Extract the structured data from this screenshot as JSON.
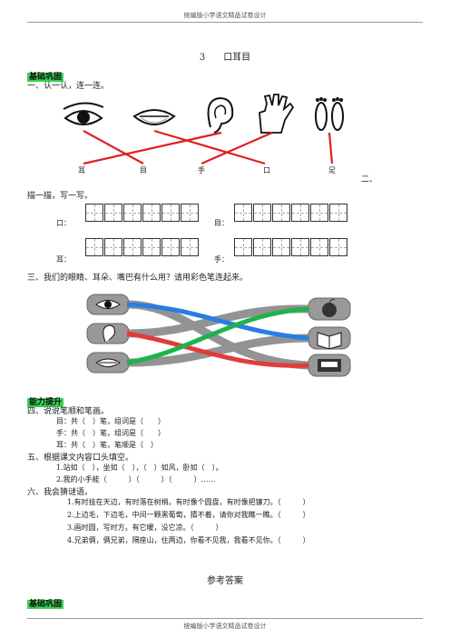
{
  "header": "统编版小学语文精品试卷设计",
  "footer": "统编版小学语文精品试卷设计",
  "title": {
    "num": "3",
    "text": "口耳目"
  },
  "section1": {
    "tag": "基础巩固"
  },
  "q1": {
    "label": "一、认一认，连一连。",
    "words": [
      "耳",
      "目",
      "手",
      "口",
      "足"
    ]
  },
  "q2": {
    "label_a": "二、",
    "label_b": "描一描，写一写。",
    "items": [
      "口：",
      "目：",
      "耳：",
      "手："
    ]
  },
  "q3": {
    "label": "三、我们的眼睛、耳朵、嘴巴有什么用？请用彩色笔连起来。"
  },
  "section2": {
    "tag": "能力提升"
  },
  "q4": {
    "label": "四、说说笔顺和笔画。",
    "lines": [
      "目：共（　）笔，组词是（　　）",
      "手：共（　）笔，组词是（　　）",
      "耳：共（　）笔，笔顺是（　）"
    ]
  },
  "q5": {
    "label": "五、根据课文内容口头填空。",
    "lines": [
      "1.站如（　），坐如（　），（　）如风，卧如（　）。",
      "2.我的小手能（　　　）（　　　）（　　　）……"
    ]
  },
  "q6": {
    "label": "六、我会猜谜语。",
    "lines": [
      "1.有时挂在天边，有时落在树梢。有时像个圆盘，有时像把镰刀。（　　　）",
      "2.上边毛，下边毛，中间一颗黑葡萄，猜不着，请你对我瞧一瞧。（　　　）",
      "3.画时圆，写时方。有它暖，没它凉。（　　　）",
      "4.兄弟俩，俩兄弟，隔座山，住两边，你看不见我，我看不见你。（　　　）"
    ]
  },
  "answers": {
    "title": "参考答案",
    "tag": "基础巩固"
  }
}
